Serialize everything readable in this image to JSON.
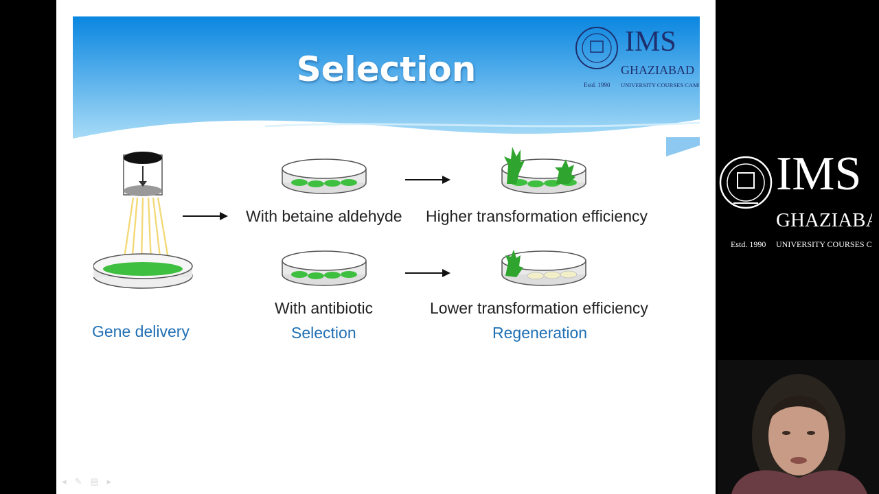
{
  "slide": {
    "title": "Selection",
    "labels": {
      "gene_delivery": "Gene delivery",
      "with_betaine": "With betaine aldehyde",
      "higher_efficiency": "Higher transformation efficiency",
      "with_antibiotic": "With antibiotic",
      "lower_efficiency": "Lower transformation efficiency",
      "selection_stage": "Selection",
      "regeneration_stage": "Regeneration"
    },
    "controls": [
      "◂",
      "✎",
      "▤",
      "▸"
    ]
  },
  "logo": {
    "name": "IMS",
    "city": "GHAZIABAD",
    "established": "Estd. 1990",
    "tagline": "UNIVERSITY COURSES CAMPUS"
  },
  "colors": {
    "banner_top": "#0a86e0",
    "banner_bottom": "#a9dcf7",
    "label_blue": "#1f6fb4",
    "leaf_green": "#3fbf3f",
    "logo_navy": "#1e2f6e"
  }
}
